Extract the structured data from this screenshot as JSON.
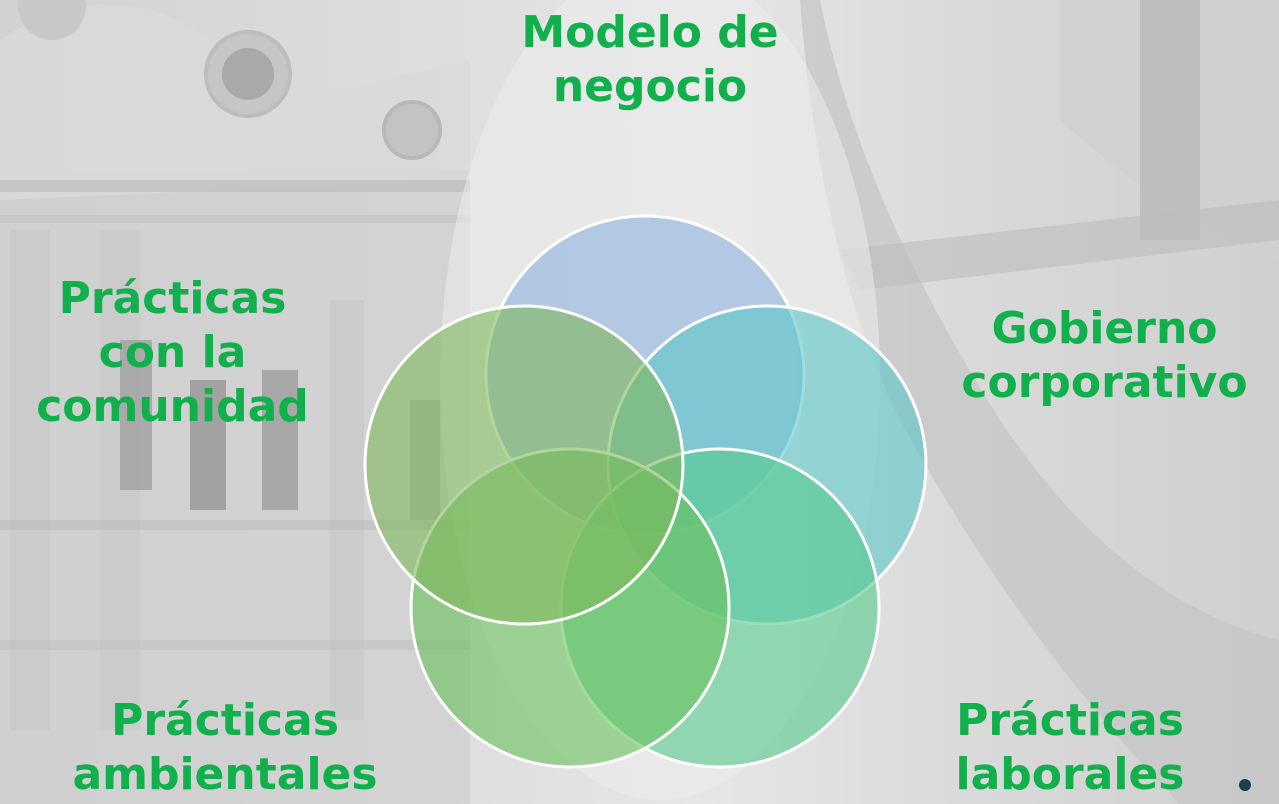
{
  "labels": {
    "modelo": [
      "Modelo de",
      "negocio"
    ],
    "gobierno": [
      "Gobierno",
      "corporativo"
    ],
    "comunidad": [
      "Prácticas",
      "con la",
      "comunidad"
    ],
    "ambientales": [
      "Prácticas",
      "ambientales"
    ],
    "laborales": [
      "Prácticas",
      "laborales"
    ]
  },
  "circles": [
    {
      "topic": "Modelo de negocio",
      "color": "#8fb4e0"
    },
    {
      "topic": "Gobierno corporativo",
      "color": "#5cc7c8"
    },
    {
      "topic": "Prácticas laborales",
      "color": "#55c98c"
    },
    {
      "topic": "Prácticas ambientales",
      "color": "#69c15c"
    },
    {
      "topic": "Prácticas con la comunidad",
      "color": "#7fb85c"
    }
  ],
  "colors": {
    "label_text": "#12b04d",
    "circle_stroke": "#ffffff",
    "bullet": "#1f3e4e"
  }
}
